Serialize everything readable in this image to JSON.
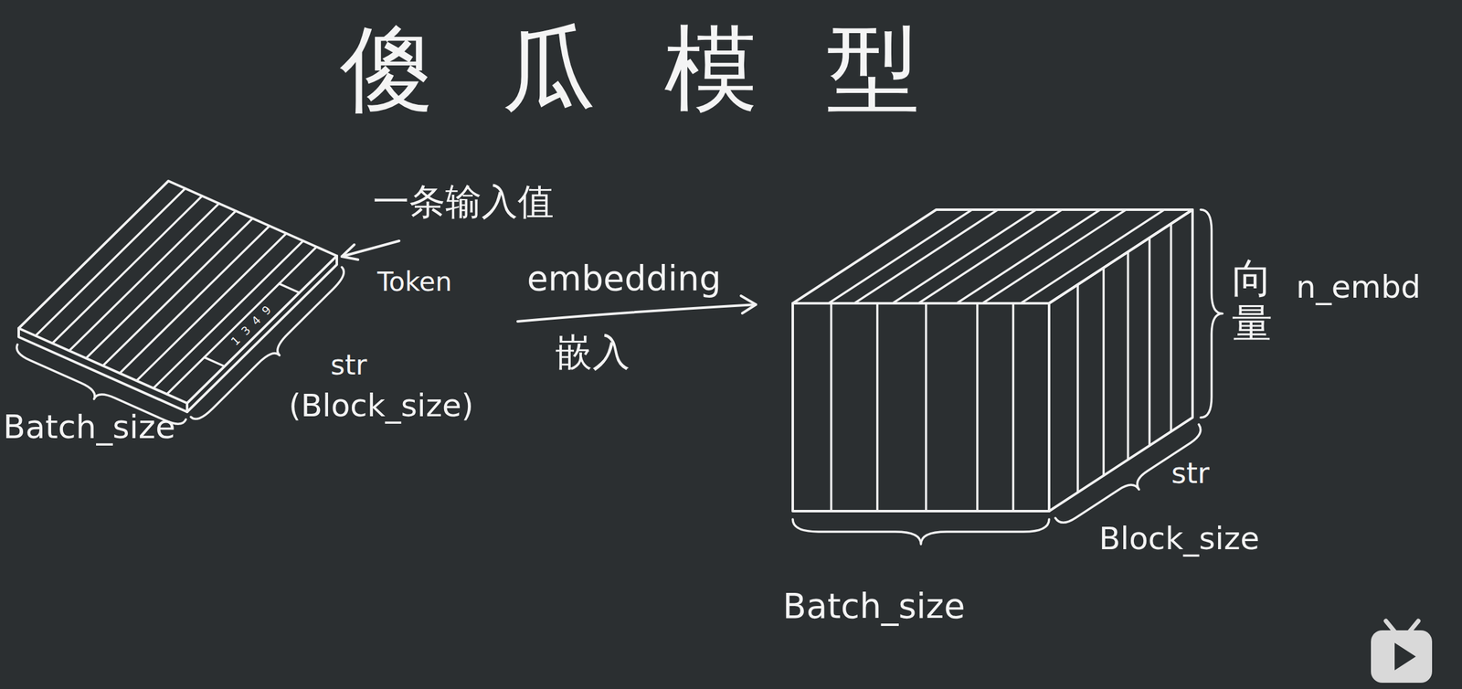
{
  "diagram": {
    "title": "傻瓜模型",
    "labels": [
      "一条输入值",
      "Token",
      "1 3 4 9",
      "str",
      "(Block_size)",
      "Batch_size",
      "embedding",
      "嵌入",
      "向量",
      "n_embd",
      "str",
      "Block_size",
      "Batch_size"
    ]
  }
}
